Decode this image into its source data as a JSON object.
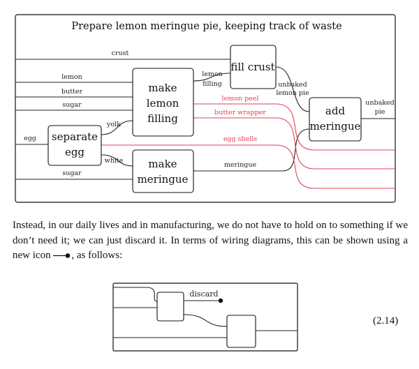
{
  "diagram": {
    "title": "Prepare lemon meringue pie, keeping track of waste",
    "boxes": {
      "fill_crust": "fill crust",
      "make_lemon_filling": [
        "make",
        "lemon",
        "filling"
      ],
      "add_meringue": [
        "add",
        "meringue"
      ],
      "separate_egg": [
        "separate",
        "egg"
      ],
      "make_meringue": [
        "make",
        "meringue"
      ]
    },
    "wires": {
      "crust": "crust",
      "lemon": "lemon",
      "butter": "butter",
      "sugar_top": "sugar",
      "egg": "egg",
      "sugar_bottom": "sugar",
      "yolk": "yolk",
      "white": "white",
      "lemon_filling": [
        "lemon",
        "filling"
      ],
      "unbaked_lemon_pie": [
        "unbaked",
        "lemon pie"
      ],
      "unbaked_pie": [
        "unbaked",
        "pie"
      ],
      "meringue": "meringue"
    },
    "waste": {
      "lemon_peel": "lemon peel",
      "butter_wrapper": "butter wrapper",
      "egg_shells": "egg shells"
    },
    "colors": {
      "waste": "#e0405a",
      "wire": "#222222"
    }
  },
  "text": {
    "part1": "Instead, in our daily lives and in manufacturing, we do not have to hold on to something if we don’t need it; we can just discard it. In terms of wiring diagrams, this can be shown using a new icon",
    "part2": ", as follows:"
  },
  "small_diagram": {
    "discard_label": "discard"
  },
  "equation_number": "(2.14)"
}
